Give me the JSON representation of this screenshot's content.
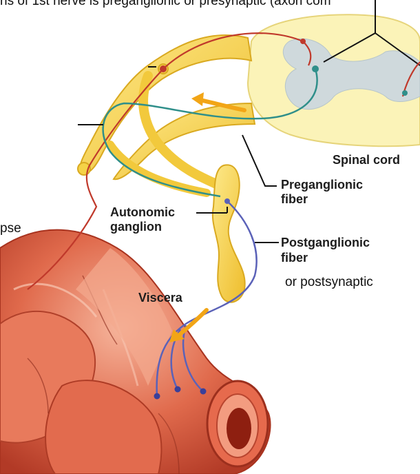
{
  "caption_top": "ns of 1st nerve is preganglionic or presynaptic (axon com",
  "labels": {
    "spinal_cord": "Spinal cord",
    "preganglionic_line1": "Preganglionic",
    "preganglionic_line2": "fiber",
    "autonomic_line1": "Autonomic",
    "autonomic_line2": "ganglion",
    "postganglionic_line1": "Postganglionic",
    "postganglionic_line2": "fiber",
    "postsynaptic_note": "or postsynaptic",
    "viscera": "Viscera",
    "synapse_fragment": "pse"
  },
  "colors": {
    "nerve_yellow": "#f7d34a",
    "cord_cream": "#fbf3b8",
    "grey_matter": "#cfd9dc",
    "preganglionic_teal": "#2f8f8a",
    "sensory_red": "#c0392b",
    "postganglionic_blue": "#5b62b8",
    "arrow_orange": "#f2a516",
    "viscera_red": "#d9553d"
  }
}
